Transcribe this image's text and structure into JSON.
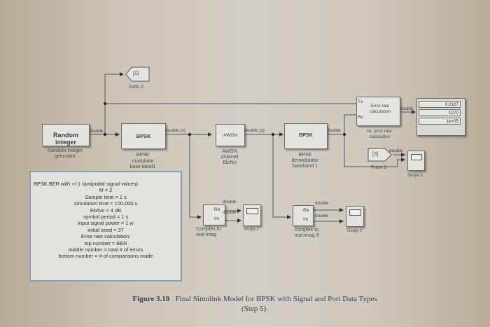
{
  "diagram": {
    "goto_block": {
      "tag": "[S]",
      "label": "Goto 2"
    },
    "random_integer": {
      "title_line1": "Random",
      "title_line2": "integer",
      "label_line1": "Random integer",
      "label_line2": "generator",
      "out_type": "double"
    },
    "bpsk_modulator": {
      "title": "BPSK",
      "label_line1": "BPSK",
      "label_line2": "modulator",
      "label_line3": "base band1",
      "out_type": "double (c)"
    },
    "awgn": {
      "title": "AWGN",
      "label_line1": "AWGN",
      "label_line2": "channel",
      "label_line3": "Eb/No",
      "out_type": "double (c)"
    },
    "bpsk_demodulator": {
      "title": "BPSK",
      "label_line1": "BPSK",
      "label_line2": "demodulator",
      "label_line3": "baseband 1",
      "out_type": "double"
    },
    "error_rate": {
      "port_tx": "Tx",
      "port_rx": "Rx",
      "title_line1": "Error rate",
      "title_line2": "calculation",
      "label_line1": "NL error rate",
      "label_line2": "calculation",
      "out_type": "double"
    },
    "display": {
      "values": [
        "0.0127",
        "1270",
        "1e+05"
      ]
    },
    "from_block": {
      "tag": "[S]",
      "label": "From 3",
      "out_type": "double"
    },
    "scope1": {
      "label": "Scope 1"
    },
    "complex2": {
      "re": "Re",
      "im": "Im",
      "label_line1": "Complex to",
      "label_line2": "real-imag",
      "out_re": "double",
      "out_im": "double"
    },
    "scope2": {
      "label": "Scope 2"
    },
    "complex3": {
      "re": "Re",
      "im": "Im",
      "label_line1": "complex to",
      "label_line2": "real-imag 3",
      "out_re": "double",
      "out_im": "double"
    },
    "scope3": {
      "label": "Scope 3"
    }
  },
  "note": {
    "lines": [
      "BPSK BER with +/-1 (antipodal signal values)",
      "M = 2",
      "Sample time = 1 s",
      "simulation time = 100,000 s",
      "Eb/No = 4 dB",
      "symbol period = 1 s",
      "input signal power = 1 w",
      "initial seed = 37",
      "Error rate calculation:",
      "top number = BER",
      "middle number = total # of errors",
      "bottom number = # of comparisons made"
    ]
  },
  "caption": {
    "figure": "Figure 3.18",
    "text": "Final Simulink Model for BPSK with Signal and Port Data Types",
    "line2": "(Step 5)."
  }
}
